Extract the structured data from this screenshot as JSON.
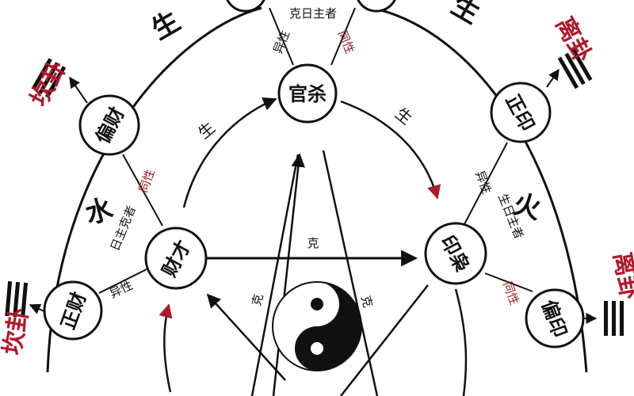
{
  "nodes": {
    "guansha": "官杀",
    "piancai": "偏财",
    "zhengcai": "正财",
    "caicai": "财才",
    "zhengyin": "正印",
    "yinxiao": "印枭",
    "pianyin": "偏印"
  },
  "labels": {
    "ke_ri_zhu_zhe": "克日主者",
    "yi_xing": "异性",
    "tong_xing": "同性",
    "sheng": "生",
    "ke": "克",
    "ri_zhu_ke_zhe": "日主克者",
    "sheng_ri_zhu_zhe": "生日主者",
    "shui": "水",
    "huo": "火"
  },
  "gua": {
    "kan": "坎卦",
    "li": "离卦"
  },
  "colors": {
    "accent_red": "#b0182b",
    "line_dark": "#111111"
  }
}
